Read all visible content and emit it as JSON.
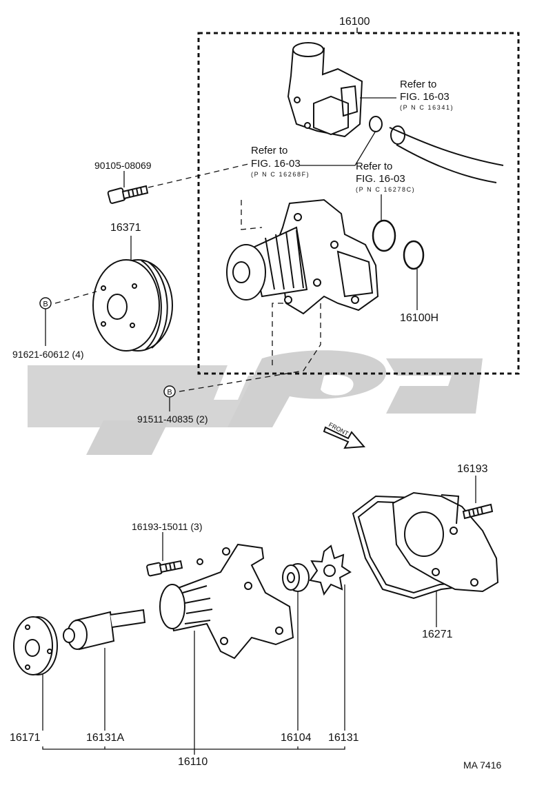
{
  "diagram": {
    "assembly_label": "16100",
    "refer_a": {
      "line1": "Refer to",
      "line2": "FIG. 16-03",
      "line3": "(P N C  16341)"
    },
    "refer_b": {
      "line1": "Refer to",
      "line2": "FIG. 16-03",
      "line3": "(P N C  16268F)"
    },
    "refer_c": {
      "line1": "Refer to",
      "line2": "FIG. 16-03",
      "line3": "(P N C  16278C)"
    },
    "parts": {
      "bolt_90105": "90105-08069",
      "pulley": "16371",
      "bolt_91621": "91621-60612 (4)",
      "bolt_91511": "91511-40835 (2)",
      "oring_16100h": "16100H",
      "stud_16193": "16193",
      "bolt_16193_15011": "16193-15011 (3)",
      "gasket_16271": "16271",
      "hub_16171": "16171",
      "shaft_16131a": "16131A",
      "body_16110": "16110",
      "seal_16104": "16104",
      "impeller_16131": "16131"
    },
    "b_marker": "B",
    "front_label": "FRONT",
    "figure_code": "MA 7416"
  },
  "colors": {
    "line": "#111111",
    "watermark": "#cfcfcf",
    "background": "#ffffff"
  }
}
